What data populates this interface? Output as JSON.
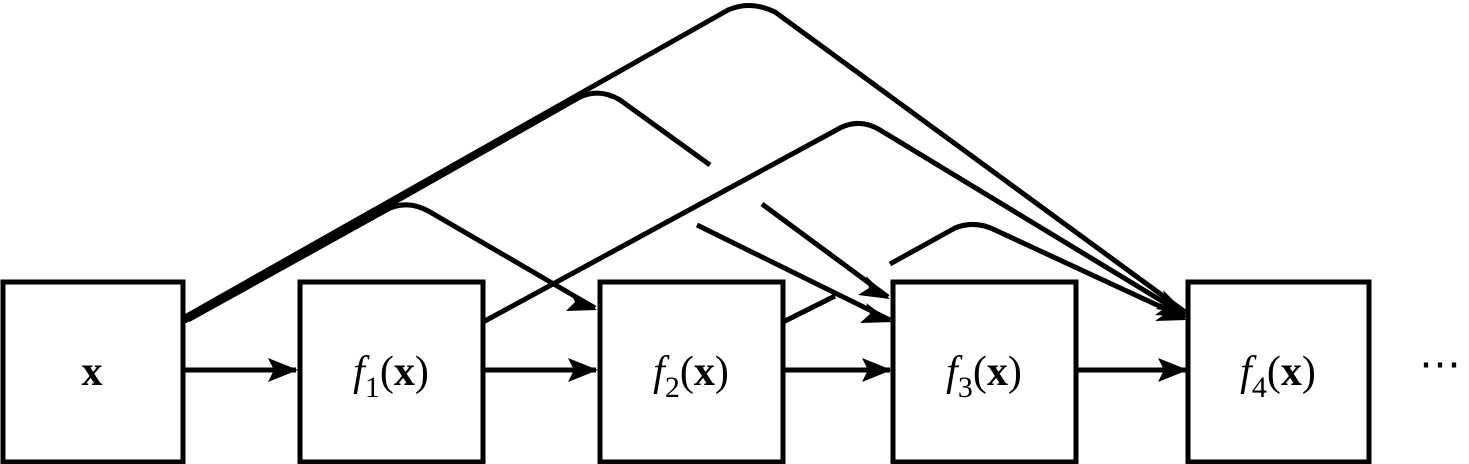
{
  "nodes": [
    {
      "id": "x",
      "fn": "",
      "sub": "",
      "arg": "x"
    },
    {
      "id": "f1",
      "fn": "f",
      "sub": "1",
      "arg": "x"
    },
    {
      "id": "f2",
      "fn": "f",
      "sub": "2",
      "arg": "x"
    },
    {
      "id": "f3",
      "fn": "f",
      "sub": "3",
      "arg": "x"
    },
    {
      "id": "f4",
      "fn": "f",
      "sub": "4",
      "arg": "x"
    }
  ],
  "continuation": "⋯",
  "edges": [
    {
      "from": "x",
      "to": "f1",
      "kind": "sequential"
    },
    {
      "from": "f1",
      "to": "f2",
      "kind": "sequential"
    },
    {
      "from": "f2",
      "to": "f3",
      "kind": "sequential"
    },
    {
      "from": "f3",
      "to": "f4",
      "kind": "sequential"
    },
    {
      "from": "x",
      "to": "f2",
      "kind": "skip"
    },
    {
      "from": "x",
      "to": "f3",
      "kind": "skip"
    },
    {
      "from": "x",
      "to": "f4",
      "kind": "skip"
    },
    {
      "from": "f1",
      "to": "f3",
      "kind": "skip"
    },
    {
      "from": "f1",
      "to": "f4",
      "kind": "skip"
    },
    {
      "from": "f2",
      "to": "f4",
      "kind": "skip"
    }
  ],
  "colors": {
    "stroke": "#000000",
    "fill": "#ffffff"
  }
}
